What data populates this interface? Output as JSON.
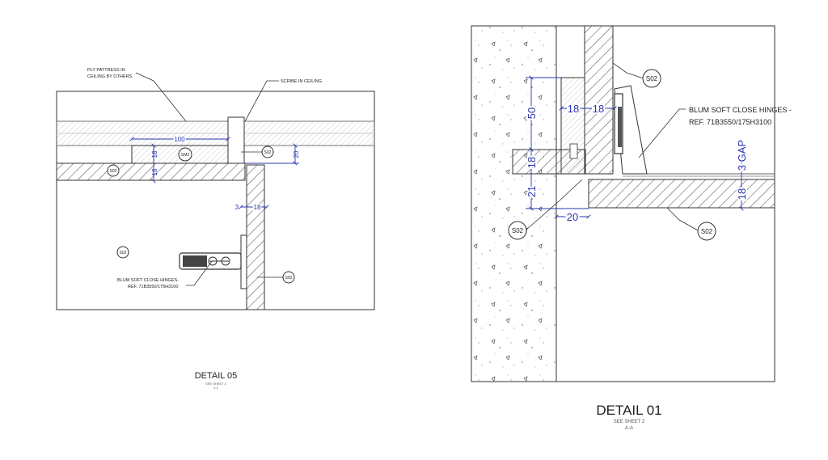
{
  "detail_05": {
    "title": "DETAIL 05",
    "sheet_ref": "SEE SHEET 2",
    "section_ref": "1-1",
    "notes": {
      "ply_pattress_line1": "PLY PATTRESS IN",
      "ply_pattress_line2": "CEILING BY OTHERS",
      "scribe": "SCRIBE IN CEILING",
      "hinge_line1": "BLUM SOFT CLOSE HINGES-",
      "hinge_line2": "REF.  71B3550/175H3100"
    },
    "dims": {
      "d100": "100",
      "d18a": "18",
      "d18b": "18",
      "d20": "20",
      "d3": "3",
      "d18c": "18"
    },
    "tags": {
      "sm2": "SM2",
      "s02_a": "S02",
      "s02_b": "S02",
      "s02_c": "S02",
      "s02_d": "S02"
    }
  },
  "detail_01": {
    "title": "DETAIL 01",
    "sheet_ref": "SEE SHEET 2",
    "section_ref": "A-A",
    "notes": {
      "hinge_line1": "BLUM SOFT CLOSE HINGES -",
      "hinge_line2": "REF.  71B3550/175H3100"
    },
    "dims": {
      "d50": "50",
      "d18a": "18",
      "d18b": "18",
      "d18c": "18",
      "d21": "21",
      "d20": "20",
      "d3gap": "3 GAP",
      "d18d": "18"
    },
    "tags": {
      "s02_a": "S02",
      "s02_b": "S02",
      "s02_c": "S02"
    }
  },
  "colors": {
    "line": "#2b2b2b",
    "dimension": "#2a35b0",
    "hatch_light": "#bdbdbd"
  }
}
